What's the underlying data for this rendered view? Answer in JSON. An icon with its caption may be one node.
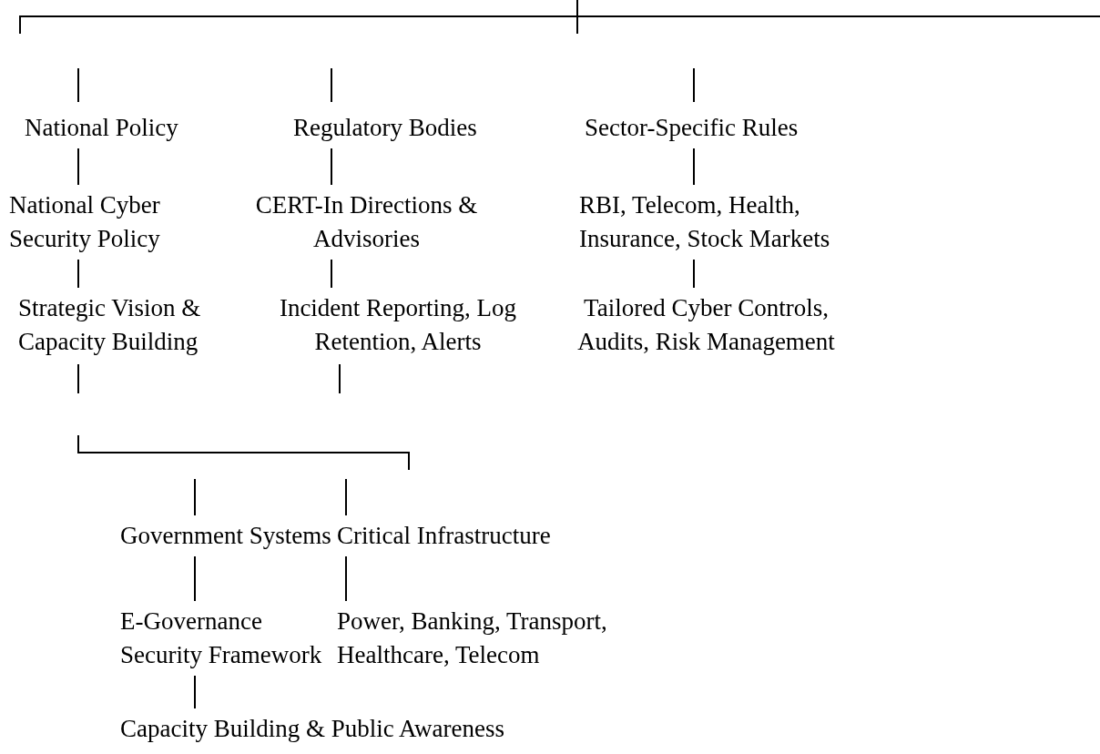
{
  "diagram": {
    "nodes": [
      {
        "text": [
          "National Policy"
        ]
      },
      {
        "text": [
          "Regulatory Bodies"
        ]
      },
      {
        "text": [
          "Sector-Specific Rules"
        ]
      },
      {
        "text": [
          "National Cyber Security Policy"
        ]
      },
      {
        "text": [
          "CERT-In Directions & Advisories"
        ]
      },
      {
        "text": [
          "RBI, Telecom, Health, Insurance, Stock Markets"
        ]
      },
      {
        "text": [
          "Strategic Vision & Capacity Building"
        ]
      },
      {
        "text": [
          "Incident Reporting, Log Retention, Alerts"
        ]
      },
      {
        "text": [
          "Tailored Cyber Controls, Audits, Risk Management"
        ]
      },
      {
        "text": [
          "Government Systems"
        ]
      },
      {
        "text": [
          "Critical Infrastructure"
        ]
      },
      {
        "text": [
          "E-Governance Security Framework"
        ]
      },
      {
        "text": [
          "Power, Banking, Transport, Healthcare, Telecom"
        ]
      },
      {
        "text": [
          "Capacity Building & Public Awareness"
        ]
      }
    ],
    "edges": [
      {
        "from": 0,
        "to": 3,
        "arrow": "none"
      },
      {
        "from": 3,
        "to": 6,
        "arrow": "none"
      },
      {
        "from": 1,
        "to": 4,
        "arrow": "none"
      },
      {
        "from": 4,
        "to": 7,
        "arrow": "none"
      },
      {
        "from": 2,
        "to": 5,
        "arrow": "none"
      },
      {
        "from": 5,
        "to": 8,
        "arrow": "none"
      },
      {
        "from": 9,
        "to": 11,
        "arrow": "none"
      },
      {
        "from": 10,
        "to": 12,
        "arrow": "none"
      },
      {
        "from": 11,
        "to": 13,
        "arrow": "none"
      },
      {
        "from": null,
        "to": 9,
        "arrow": "none"
      },
      {
        "from": null,
        "to": 10,
        "arrow": "none"
      }
    ]
  }
}
